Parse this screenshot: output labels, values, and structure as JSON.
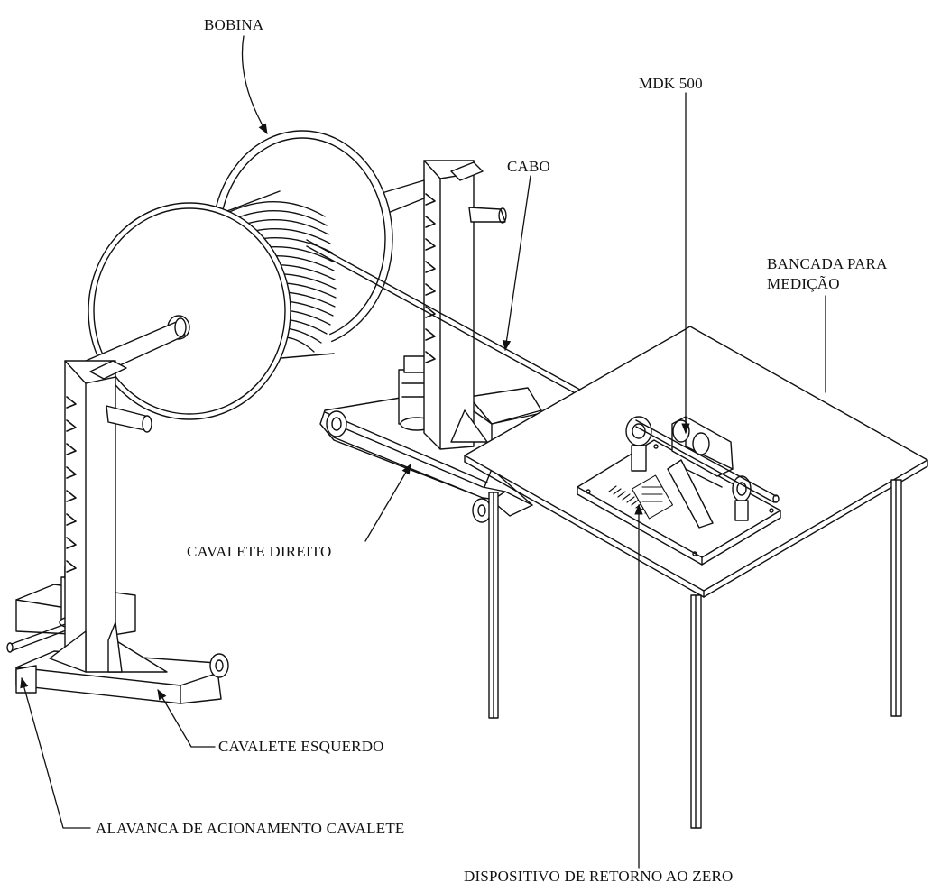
{
  "labels": {
    "bobina": "BOBINA",
    "mdk": "MDK 500",
    "cabo": "CABO",
    "bancada_line1": "BANCADA PARA",
    "bancada_line2": "MEDIÇÃO",
    "cavalete_direito": "CAVALETE DIREITO",
    "cavalete_esquerdo": "CAVALETE ESQUERDO",
    "alavanca": "ALAVANCA DE ACIONAMENTO CAVALETE",
    "dispositivo": "DISPOSITIVO DE RETORNO AO ZERO"
  },
  "colors": {
    "line": "#111111",
    "background": "#ffffff"
  }
}
